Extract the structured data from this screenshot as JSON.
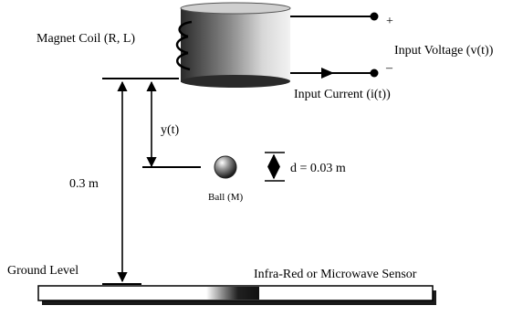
{
  "labels": {
    "coil": "Magnet Coil (R, L)",
    "input_voltage": "Input Voltage (v(t))",
    "input_current": "Input Current (i(t))",
    "plus": "+",
    "minus": "–",
    "y": "y(t)",
    "distance": "0.3 m",
    "d": "d = 0.03 m",
    "ball": "Ball (M)",
    "ground": "Ground Level",
    "sensor": "Infra-Red or Microwave Sensor"
  }
}
